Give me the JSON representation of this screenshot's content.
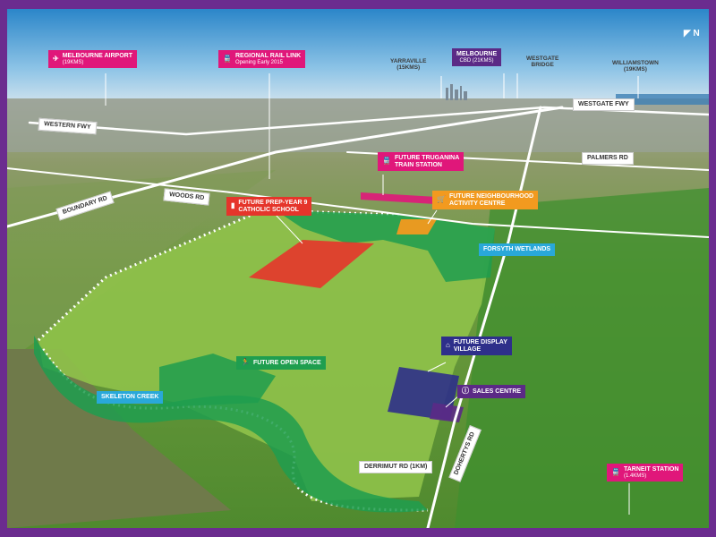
{
  "north": "N",
  "callouts": {
    "airport": {
      "title": "MELBOURNE AIRPORT",
      "sub": "(19KMS)",
      "icon": "plane-icon"
    },
    "rail": {
      "title": "REGIONAL RAIL LINK",
      "sub": "Opening Early 2015",
      "icon": "train-icon"
    },
    "cbd": {
      "title": "MELBOURNE",
      "sub": "CBD (21KMS)"
    },
    "yarraville": {
      "title": "YARRAVILLE",
      "sub": "(15KMS)"
    },
    "westgate_bridge": {
      "title": "WESTGATE",
      "sub": "BRIDGE"
    },
    "williamstown": {
      "title": "WILLIAMSTOWN",
      "sub": "(19KMS)"
    },
    "truganina": {
      "title": "FUTURE TRUGANINA",
      "sub": "TRAIN STATION",
      "icon": "train-icon"
    },
    "activity": {
      "title": "FUTURE NEIGHBOURHOOD",
      "sub": "ACTIVITY CENTRE",
      "icon": "shopping-cart-icon"
    },
    "school": {
      "title": "FUTURE PREP-YEAR 9",
      "sub": "CATHOLIC SCHOOL",
      "icon": "book-icon"
    },
    "forsyth": {
      "title": "FORSYTH WETLANDS"
    },
    "display": {
      "title": "FUTURE DISPLAY",
      "sub": "VILLAGE",
      "icon": "house-icon"
    },
    "sales": {
      "title": "SALES CENTRE",
      "icon": "info-icon"
    },
    "open_space": {
      "title": "FUTURE OPEN SPACE",
      "icon": "runner-icon"
    },
    "skeleton": {
      "title": "SKELETON CREEK"
    },
    "derrimut": {
      "title": "DERRIMUT RD (1KM)"
    },
    "tarneit": {
      "title": "TARNEIT STATION",
      "sub": "(1.4KMS)",
      "icon": "train-icon"
    }
  },
  "roads": {
    "western_fwy": "WESTERN FWY",
    "westgate_fwy": "WESTGATE FWY",
    "palmers_rd": "PALMERS RD",
    "boundary_rd": "BOUNDARY RD",
    "woods_rd": "WOODS RD",
    "dohertys_rd": "DOHERTYS RD"
  },
  "colors": {
    "frame": "#6b2c8f",
    "pink": "#e0177a",
    "purple": "#5b2a86",
    "orange": "#f29a1f",
    "red": "#e5352b",
    "navy": "#2e2f8a",
    "teal": "#29a8d9",
    "green": "#1f9e4f"
  }
}
